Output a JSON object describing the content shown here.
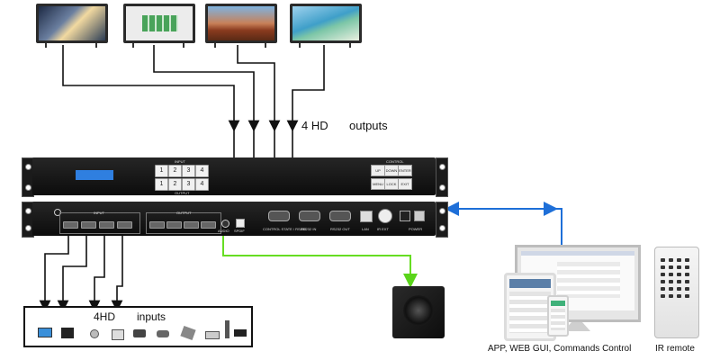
{
  "output_label": {
    "count": "4 HD",
    "word": "outputs"
  },
  "input_label": {
    "count": "4HD",
    "word": "inputs"
  },
  "front_panel": {
    "input_title": "INPUT",
    "output_title": "OUTPUT",
    "control_title": "CONTROL",
    "input_keys": [
      "1",
      "2",
      "3",
      "4"
    ],
    "output_keys": [
      "1",
      "2",
      "3",
      "4"
    ],
    "control_keys": [
      "UP",
      "DOWN",
      "ENTER",
      "MENU",
      "LOCK",
      "EXIT"
    ]
  },
  "rear_panel": {
    "input_title": "INPUT",
    "output_title": "OUTPUT",
    "port_labels": [
      "CONTROL STATE / RS232",
      "RS232 IN",
      "RS232 OUT",
      "LAN",
      "IR EXT",
      "POWER"
    ],
    "audio_labels": [
      "AUDIO",
      "SPDIF"
    ]
  },
  "captions": {
    "control": "APP, WEB GUI, Commands Control",
    "ir": "IR remote"
  },
  "colors": {
    "green_line": "#66dd22",
    "blue_line": "#1e6fd8",
    "black_line": "#111111",
    "lcd": "#2f7fe0"
  },
  "source_icons": [
    "laptop-icon",
    "desktop-icon",
    "webcam-icon",
    "game-console-icon",
    "camera-icon",
    "projector-icon",
    "drone-icon",
    "media-box-icon",
    "remote-icon",
    "set-top-box-icon"
  ]
}
